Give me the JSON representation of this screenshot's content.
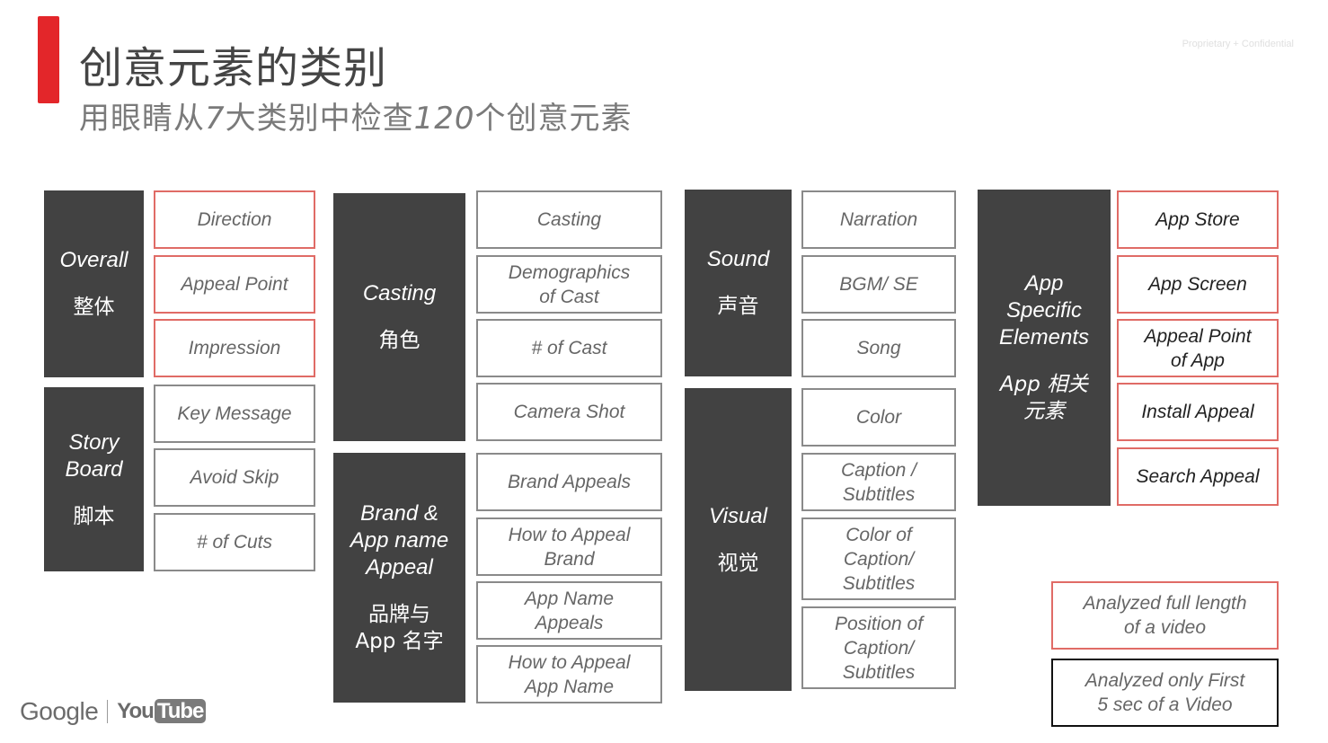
{
  "header": {
    "title": "创意元素的类别",
    "subtitle_pre": "用眼睛从",
    "subtitle_num1": "7",
    "subtitle_mid": "大类别中检查",
    "subtitle_num2": "120",
    "subtitle_post": "个创意元素",
    "confidential": "Proprietary + Confidential"
  },
  "colors": {
    "accent": "#e3262a",
    "category_bg": "#424242",
    "full_length_border": "#e06b66",
    "first5_border": "#111111",
    "element_border": "#8a8a8a"
  },
  "categories": {
    "overall": {
      "en": "Overall",
      "zh": "整体"
    },
    "storyboard": {
      "en_l1": "Story",
      "en_l2": "Board",
      "zh": "脚本"
    },
    "casting": {
      "en": "Casting",
      "zh": "角色"
    },
    "brand": {
      "en_l1": "Brand &",
      "en_l2": "App name",
      "en_l3": "Appeal",
      "zh_l1": "品牌与",
      "zh_l2": "App 名字"
    },
    "sound": {
      "en": "Sound",
      "zh": "声音"
    },
    "visual": {
      "en": "Visual",
      "zh": "视觉"
    },
    "app": {
      "en_l1": "App",
      "en_l2": "Specific",
      "en_l3": "Elements",
      "zh_l1": "App 相关",
      "zh_l2": "元素"
    }
  },
  "elements": {
    "overall": [
      "Direction",
      "Appeal Point",
      "Impression"
    ],
    "storyboard": [
      "Key Message",
      "Avoid Skip",
      "# of Cuts"
    ],
    "casting": [
      {
        "l1": "Casting",
        "l2": ""
      },
      {
        "l1": "Demographics",
        "l2": "of Cast"
      },
      {
        "l1": "# of Cast",
        "l2": ""
      },
      {
        "l1": "Camera Shot",
        "l2": ""
      }
    ],
    "brand": [
      {
        "l1": "Brand Appeals",
        "l2": ""
      },
      {
        "l1": "How to Appeal",
        "l2": "Brand"
      },
      {
        "l1": "App Name",
        "l2": "Appeals"
      },
      {
        "l1": "How to Appeal",
        "l2": "App Name"
      }
    ],
    "sound": [
      "Narration",
      "BGM/ SE",
      "Song"
    ],
    "visual": [
      {
        "l1": "Color",
        "l2": "",
        "l3": ""
      },
      {
        "l1": "Caption /",
        "l2": "Subtitles",
        "l3": ""
      },
      {
        "l1": "Color of",
        "l2": "Caption/",
        "l3": "Subtitles"
      },
      {
        "l1": "Position of",
        "l2": "Caption/",
        "l3": "Subtitles"
      }
    ],
    "app": [
      {
        "l1": "App Store",
        "l2": ""
      },
      {
        "l1": "App Screen",
        "l2": ""
      },
      {
        "l1": "Appeal Point",
        "l2": "of App"
      },
      {
        "l1": "Install Appeal",
        "l2": ""
      },
      {
        "l1": "Search Appeal",
        "l2": ""
      }
    ]
  },
  "legend": {
    "full_length": {
      "l1": "Analyzed full length",
      "l2": "of a video"
    },
    "first5": {
      "l1": "Analyzed only First",
      "l2": "5 sec of a Video"
    }
  },
  "footer": {
    "google": "Google",
    "you": "You",
    "tube": "Tube"
  }
}
